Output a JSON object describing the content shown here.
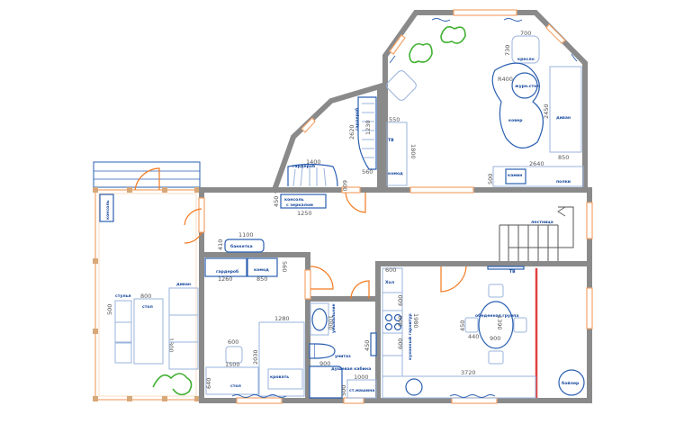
{
  "plan": {
    "living_room": {
      "armchair": "кресло",
      "coffee_table": "журн.стол",
      "sofa": "диван",
      "rug": "ковер",
      "tv": "ТВ",
      "dresser": "комод",
      "fireplace": "камин",
      "shelves": "полки",
      "dims": {
        "armchair_w": "700",
        "armchair_h": "730",
        "table_r": "R400",
        "sofa_len": "2450",
        "sofa_w": "850",
        "shelves_len": "2640",
        "shelves_d": "500",
        "dresser_w": "550",
        "dresser_len": "1800"
      }
    },
    "stair_hall": {
      "wardrobe_stair": "гардероб",
      "wardrobe_top": "гардероб",
      "dims": {
        "len": "2620",
        "d": "560",
        "w2": "1400",
        "d2": "600",
        "inner": "1230"
      }
    },
    "hall": {
      "console_mirror_1": "консоль",
      "console_mirror_2": "с зеркалом",
      "bench": "банкетка",
      "stairs": "лестница",
      "dims": {
        "console_w": "1250",
        "console_d": "450",
        "bench_w": "1100",
        "bench_d": "410"
      }
    },
    "veranda": {
      "console": "консоль",
      "chairs": "стулья",
      "table": "стол",
      "sofa": "диван",
      "dims": {
        "table_w": "800",
        "table_len": "1800",
        "chair": "500"
      }
    },
    "bedroom": {
      "wardrobe": "гардероб",
      "dresser": "комод",
      "desk": "стол",
      "bed": "кровать",
      "dims": {
        "wardrobe_w": "1260",
        "wardrobe_d": "560",
        "dresser_w": "850",
        "dresser_d": "560",
        "bed_w": "1280",
        "bed_len": "2030",
        "chair": "600",
        "desk_w": "1500",
        "desk_d": "640"
      }
    },
    "bathroom": {
      "sink": "умывальник",
      "toilet": "унитаз",
      "shower": "душевая кабина",
      "washer": "ст.машина",
      "dims": {
        "sink": "1000",
        "shower": "900",
        "washer_w": "1000",
        "washer_d": "500",
        "wall_item": "450"
      }
    },
    "kitchen": {
      "fridge": "Хол",
      "kitchen_set": "кухонный гарнитур",
      "dining": "обеденная группа",
      "tv": "ТВ",
      "boiler": "бойлер",
      "dims": {
        "top": "600",
        "m1": "600",
        "m2": "600",
        "m3": "600",
        "len": "3720",
        "set_len": "1980",
        "chair": "450",
        "gap": "440",
        "table_w": "900",
        "table_len": "1390"
      }
    }
  }
}
